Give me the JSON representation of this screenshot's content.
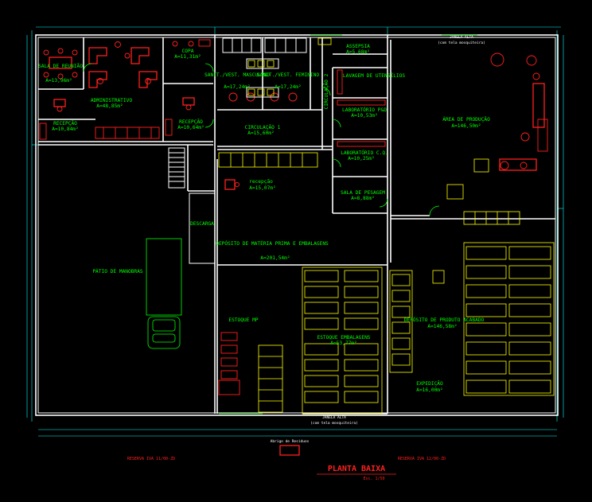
{
  "drawing": {
    "title": "PLANTA BAIXA",
    "scale": "Esc. 1/50",
    "bottom_note_left": "RESERVA IVA 11/00-ZD",
    "bottom_note_right": "RESERVA IVA 12/00-ZD",
    "colors": {
      "background": "#000000",
      "walls": "#ffffff",
      "labels": "#00ff00",
      "racks": "#ffff00",
      "furniture": "#ff2020",
      "dimensions": "#00ffff"
    }
  },
  "rooms": {
    "sala_reuniao": {
      "name": "SALA DE REUNIÃO",
      "area": "A=13,96m²"
    },
    "administrativo": {
      "name": "ADMINISTRATIVO",
      "area": "A=48,85m²"
    },
    "copa": {
      "name": "COPA",
      "area": "A=11,31m²"
    },
    "vest_masc": {
      "name": "SANIT./VEST. MASCULINO",
      "area": "A=17,24m²"
    },
    "vest_fem": {
      "name": "SANIT./VEST. FEMININO",
      "area": "A=17,24m²"
    },
    "assepsia": {
      "name": "ASSEPSIA",
      "area": "A=5,68m²"
    },
    "lavagem": {
      "name": "LAVAGEM DE UTENSÍLIOS"
    },
    "recepcao_1": {
      "name": "RECEPÇÃO",
      "area": "A=10,84m²"
    },
    "recepcao_2": {
      "name": "RECEPÇÃO",
      "area": "A=10,64m²"
    },
    "circulacao_1": {
      "name": "CIRCULAÇÃO 1",
      "area": "A=15,60m²"
    },
    "circulacao_2": {
      "name": "CIRCULAÇÃO 2"
    },
    "lab_pad": {
      "name": "LABORATÓRIO P&D",
      "area": "A=10,53m²"
    },
    "lab_cq": {
      "name": "LABORATÓRIO C.Q.",
      "area": "A=10,25m²"
    },
    "sala_pesagem": {
      "name": "SALA DE PESAGEM",
      "area": "A=8,88m²"
    },
    "area_producao": {
      "name": "ÁREA DE PRODUÇÃO",
      "area": "A=146,50m²"
    },
    "recepcao_deposito": {
      "name": "recepção",
      "area": "A=15,07m²"
    },
    "deposito_mp": {
      "name": "DEPÓSITO DE MATÉRIA PRIMA E EMBALAGENS",
      "area": "A=201,54m²"
    },
    "patio": {
      "name": "PÁTIO DE MANOBRAS"
    },
    "descarga": {
      "name": "DESCARGA"
    },
    "estoque_mp": {
      "name": "ESTOQUE MP"
    },
    "estoque_emb": {
      "name": "ESTOQUE EMBALAGENS",
      "area": "A=53,77m²"
    },
    "deposito_pa": {
      "name": "DEPÓSITO DE PRODUTO ACABADO",
      "area": "A=146,58m²"
    },
    "expedicao": {
      "name": "EXPEDIÇÃO",
      "area": "A=16,00m²"
    }
  },
  "annotations": {
    "janela_top": "JANELA ALTA",
    "janela_top_note": "(com tela mosquiteira)",
    "janela_bottom": "JANELA ALTA",
    "janela_bottom_note": "(com tela mosquiteira)",
    "abrigo": "Abrigo de Resíduos"
  }
}
